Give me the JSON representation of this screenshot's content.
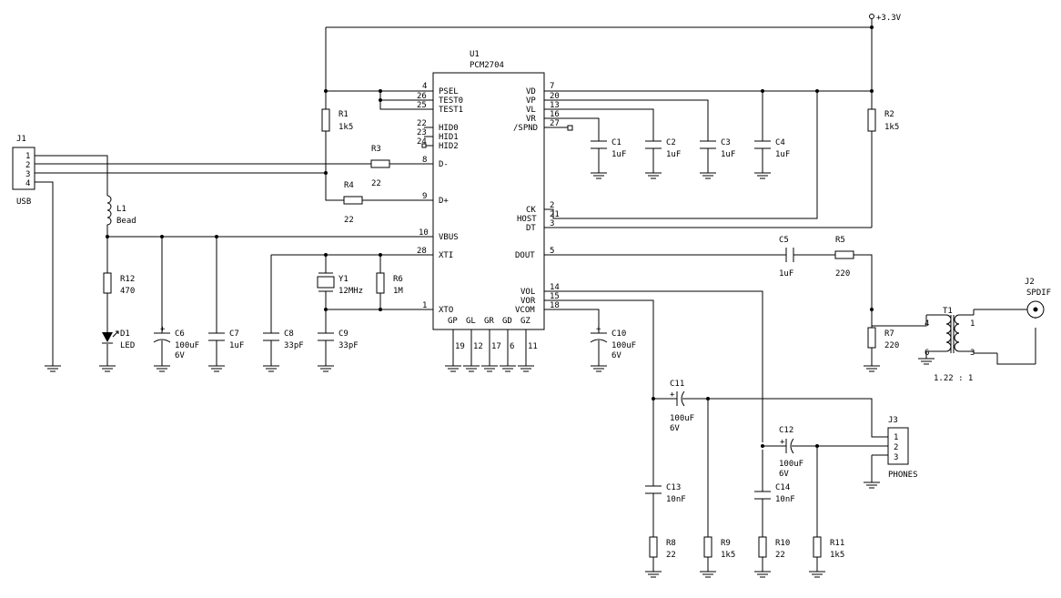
{
  "supply": "+3.3V",
  "u1": {
    "ref": "U1",
    "part": "PCM2704",
    "left_pins": [
      {
        "name": "PSEL",
        "num": "4"
      },
      {
        "name": "TEST0",
        "num": "26"
      },
      {
        "name": "TEST1",
        "num": "25"
      },
      {
        "name": "HID0",
        "num": "22"
      },
      {
        "name": "HID1",
        "num": "23"
      },
      {
        "name": "HID2",
        "num": "24"
      },
      {
        "name": "D-",
        "num": "8"
      },
      {
        "name": "D+",
        "num": "9"
      },
      {
        "name": "VBUS",
        "num": "10"
      },
      {
        "name": "XTI",
        "num": "28"
      },
      {
        "name": "XTO",
        "num": "1"
      }
    ],
    "right_pins": [
      {
        "name": "VD",
        "num": "7"
      },
      {
        "name": "VP",
        "num": "20"
      },
      {
        "name": "VL",
        "num": "13"
      },
      {
        "name": "VR",
        "num": "16"
      },
      {
        "name": "/SPND",
        "num": "27"
      },
      {
        "name": "CK",
        "num": "2"
      },
      {
        "name": "HOST",
        "num": "21"
      },
      {
        "name": "DT",
        "num": "3"
      },
      {
        "name": "DOUT",
        "num": "5"
      },
      {
        "name": "VOL",
        "num": "14"
      },
      {
        "name": "VOR",
        "num": "15"
      },
      {
        "name": "VCOM",
        "num": "18"
      }
    ],
    "bottom_pins": [
      {
        "name": "GP",
        "num": "19"
      },
      {
        "name": "GL",
        "num": "12"
      },
      {
        "name": "GR",
        "num": "17"
      },
      {
        "name": "GD",
        "num": "6"
      },
      {
        "name": "GZ",
        "num": "11"
      }
    ]
  },
  "connectors": {
    "j1": {
      "ref": "J1",
      "label": "USB",
      "pins": [
        "1",
        "2",
        "3",
        "4"
      ]
    },
    "j2": {
      "ref": "J2",
      "label": "SPDIF"
    },
    "j3": {
      "ref": "J3",
      "label": "PHONES",
      "pins": [
        "1",
        "2",
        "3"
      ]
    }
  },
  "transformer": {
    "ref": "T1",
    "ratio": "1.22 : 1",
    "pins": [
      "4",
      "6",
      "1",
      "3"
    ]
  },
  "components": {
    "r1": {
      "ref": "R1",
      "value": "1k5"
    },
    "r2": {
      "ref": "R2",
      "value": "1k5"
    },
    "r3": {
      "ref": "R3",
      "value": "22"
    },
    "r4": {
      "ref": "R4",
      "value": "22"
    },
    "r5": {
      "ref": "R5",
      "value": "220"
    },
    "r6": {
      "ref": "R6",
      "value": "1M"
    },
    "r7": {
      "ref": "R7",
      "value": "220"
    },
    "r8": {
      "ref": "R8",
      "value": "22"
    },
    "r9": {
      "ref": "R9",
      "value": "1k5"
    },
    "r10": {
      "ref": "R10",
      "value": "22"
    },
    "r11": {
      "ref": "R11",
      "value": "1k5"
    },
    "r12": {
      "ref": "R12",
      "value": "470"
    },
    "l1": {
      "ref": "L1",
      "value": "Bead"
    },
    "d1": {
      "ref": "D1",
      "value": "LED"
    },
    "y1": {
      "ref": "Y1",
      "value": "12MHz"
    },
    "c1": {
      "ref": "C1",
      "value": "1uF"
    },
    "c2": {
      "ref": "C2",
      "value": "1uF"
    },
    "c3": {
      "ref": "C3",
      "value": "1uF"
    },
    "c4": {
      "ref": "C4",
      "value": "1uF"
    },
    "c5": {
      "ref": "C5",
      "value": "1uF"
    },
    "c6": {
      "ref": "C6",
      "value": "100uF",
      "voltage": "6V"
    },
    "c7": {
      "ref": "C7",
      "value": "1uF"
    },
    "c8": {
      "ref": "C8",
      "value": "33pF"
    },
    "c9": {
      "ref": "C9",
      "value": "33pF"
    },
    "c10": {
      "ref": "C10",
      "value": "100uF",
      "voltage": "6V"
    },
    "c11": {
      "ref": "C11",
      "value": "100uF",
      "voltage": "6V"
    },
    "c12": {
      "ref": "C12",
      "value": "100uF",
      "voltage": "6V"
    },
    "c13": {
      "ref": "C13",
      "value": "10nF"
    },
    "c14": {
      "ref": "C14",
      "value": "10nF"
    }
  },
  "symbols": {
    "polarity": "+"
  }
}
